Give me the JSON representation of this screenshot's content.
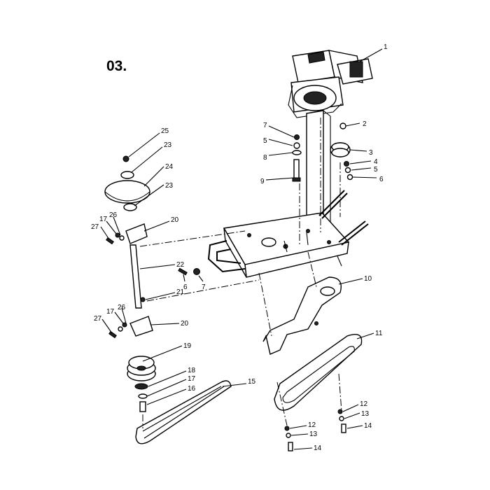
{
  "figure_number": "03.",
  "callouts": [
    {
      "label": "1"
    },
    {
      "label": "2"
    },
    {
      "label": "3"
    },
    {
      "label": "4"
    },
    {
      "label": "5"
    },
    {
      "label": "6"
    },
    {
      "label": "7"
    },
    {
      "label": "5"
    },
    {
      "label": "8"
    },
    {
      "label": "9"
    },
    {
      "label": "25"
    },
    {
      "label": "23"
    },
    {
      "label": "24"
    },
    {
      "label": "23"
    },
    {
      "label": "20"
    },
    {
      "label": "17"
    },
    {
      "label": "26"
    },
    {
      "label": "27"
    },
    {
      "label": "22"
    },
    {
      "label": "6"
    },
    {
      "label": "7"
    },
    {
      "label": "21"
    },
    {
      "label": "17"
    },
    {
      "label": "26"
    },
    {
      "label": "27"
    },
    {
      "label": "20"
    },
    {
      "label": "19"
    },
    {
      "label": "18"
    },
    {
      "label": "17"
    },
    {
      "label": "16"
    },
    {
      "label": "15"
    },
    {
      "label": "10"
    },
    {
      "label": "11"
    },
    {
      "label": "12"
    },
    {
      "label": "13"
    },
    {
      "label": "14"
    },
    {
      "label": "12"
    },
    {
      "label": "13"
    },
    {
      "label": "14"
    }
  ]
}
